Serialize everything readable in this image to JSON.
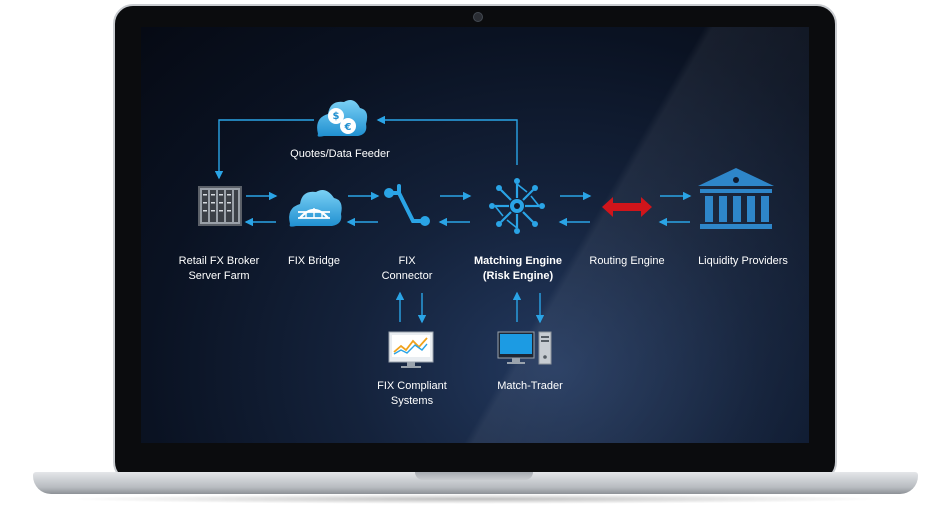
{
  "nodes": {
    "quotes_feeder": "Quotes/Data Feeder",
    "retail_broker": [
      "Retail FX Broker",
      "Server Farm"
    ],
    "fix_bridge": "FIX Bridge",
    "fix_connector": [
      "FIX",
      "Connector"
    ],
    "matching_engine": [
      "Matching Engine",
      "(Risk Engine)"
    ],
    "routing_engine": "Routing Engine",
    "liquidity_providers": "Liquidity Providers",
    "fix_compliant": [
      "FIX Compliant",
      "Systems"
    ],
    "match_trader": "Match-Trader"
  },
  "icons": {
    "quotes_feeder": "currency-cloud-icon",
    "retail_broker": "server-rack-icon",
    "fix_bridge": "bridge-cloud-icon",
    "fix_connector": "connector-icon",
    "matching_engine": "hub-network-icon",
    "routing_engine": "bidirectional-arrow-icon",
    "liquidity_providers": "bank-building-icon",
    "fix_compliant": "chart-monitor-icon",
    "match_trader": "desktop-computer-icon"
  },
  "colors": {
    "accent": "#2aa4e6",
    "arrow_red": "#d0151b",
    "text": "#ffffff"
  }
}
